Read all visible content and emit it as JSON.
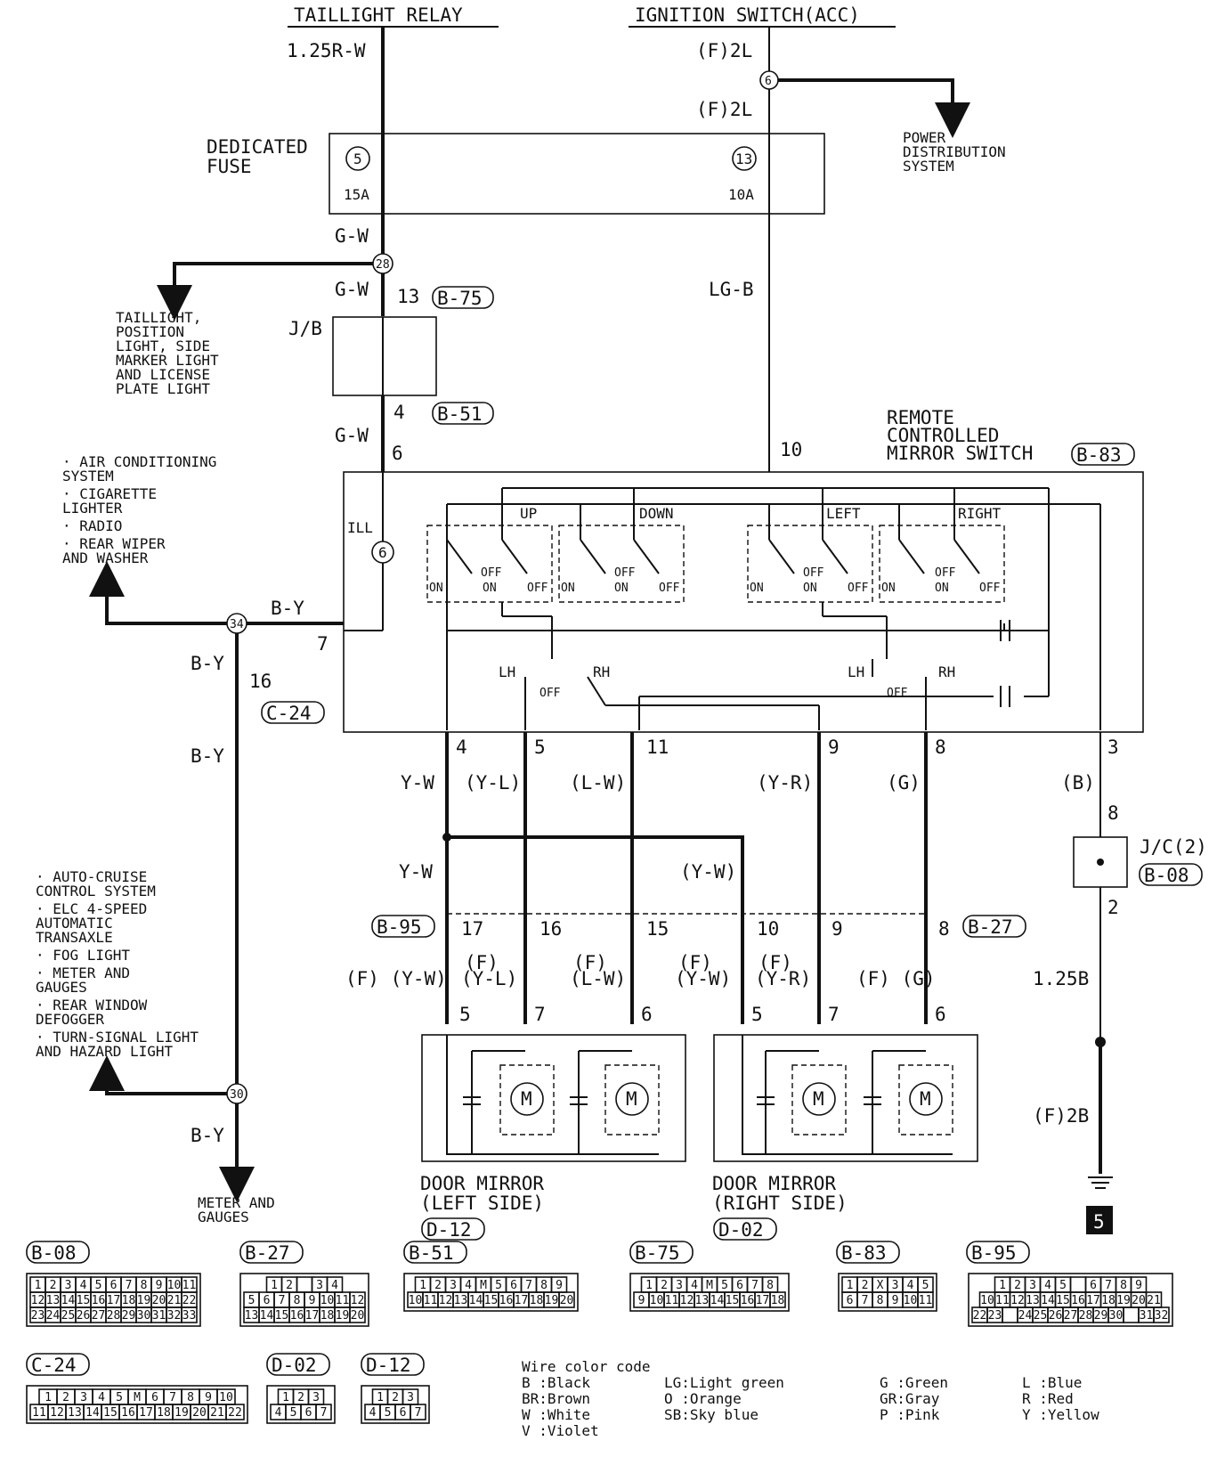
{
  "top": {
    "taillight_relay": "TAILLIGHT RELAY",
    "ignition_switch": "IGNITION SWITCH(ACC)"
  },
  "wires": {
    "w_125rw": "1.25R-W",
    "w_f2l_a": "(F)2L",
    "w_f2l_b": "(F)2L",
    "w_gw1": "G-W",
    "w_gw2": "G-W",
    "w_gw3": "G-W",
    "w_lgb": "LG-B",
    "w_by1": "B-Y",
    "w_by2": "B-Y",
    "w_by3": "B-Y",
    "w_by4": "B-Y",
    "w_yw1": "Y-W",
    "w_yl": "(Y-L)",
    "w_lw": "(L-W)",
    "w_yr": "(Y-R)",
    "w_g": "(G)",
    "w_b": "(B)",
    "w_yw2": "Y-W",
    "w_yw3": "(Y-W)",
    "w_fyw": "(F) (Y-W)",
    "w_fyl1": "(F)",
    "w_fyl2": "(Y-L)",
    "w_flw1": "(F)",
    "w_flw2": "(L-W)",
    "w_fyw2a": "(F)",
    "w_fyw2b": "(Y-W)",
    "w_fyr1": "(F)",
    "w_fyr2": "(Y-R)",
    "w_fg": "(F) (G)",
    "w_125b": "1.25B",
    "w_f2b": "(F)2B"
  },
  "fuse": {
    "label1": "DEDICATED",
    "label2": "FUSE",
    "left_no": "5",
    "left_amp": "15A",
    "right_no": "13",
    "right_amp": "10A"
  },
  "junctions": {
    "j6": "6",
    "j28": "28",
    "j34": "34",
    "j30": "30",
    "ill_6": "6"
  },
  "power_dist": [
    "POWER",
    "DISTRIBUTION",
    "SYSTEM"
  ],
  "taillight_note": [
    "TAILLIGHT,",
    "POSITION",
    "LIGHT, SIDE",
    "MARKER LIGHT",
    "AND LICENSE",
    "PLATE LIGHT"
  ],
  "jb": {
    "label": "J/B",
    "pin13": "13",
    "conn_top": "B-75",
    "pin4": "4",
    "conn_bot": "B-51"
  },
  "left_list_1": [
    "· AIR CONDITIONING",
    "  SYSTEM",
    "· CIGARETTE",
    "  LIGHTER",
    "· RADIO",
    "· REAR WIPER",
    "  AND WASHER"
  ],
  "left_list_2": [
    "· AUTO-CRUISE",
    "  CONTROL SYSTEM",
    "· ELC 4-SPEED",
    "  AUTOMATIC",
    "  TRANSAXLE",
    "· FOG LIGHT",
    "· METER AND",
    "  GAUGES",
    "· REAR WINDOW",
    "  DEFOGGER",
    "· TURN-SIGNAL LIGHT",
    "  AND HAZARD LIGHT"
  ],
  "meter": [
    "METER AND",
    "GAUGES"
  ],
  "switch": {
    "title1": "REMOTE",
    "title2": "CONTROLLED",
    "title3": "MIRROR SWITCH",
    "conn": "B-83",
    "ill": "ILL",
    "up": "UP",
    "down": "DOWN",
    "left": "LEFT",
    "right": "RIGHT",
    "on": "ON",
    "off": "OFF",
    "lh": "LH",
    "rh": "RH",
    "pin6": "6",
    "pin10": "10",
    "pin7": "7",
    "pins_bottom": [
      "4",
      "5",
      "11",
      "9",
      "8",
      "3"
    ]
  },
  "c24": {
    "conn": "C-24",
    "pin16": "16"
  },
  "jc": {
    "label": "J/C(2)",
    "conn": "B-08",
    "pin8": "8",
    "pin2": "2"
  },
  "row_conn": {
    "left": "B-95",
    "right": "B-27",
    "pins": [
      "17",
      "16",
      "15",
      "10",
      "9",
      "8"
    ]
  },
  "mirror_left": {
    "title1": "DOOR MIRROR",
    "title2": "(LEFT SIDE)",
    "conn": "D-12",
    "pins": [
      "5",
      "7",
      "6"
    ]
  },
  "mirror_right": {
    "title1": "DOOR MIRROR",
    "title2": "(RIGHT SIDE)",
    "conn": "D-02",
    "pins": [
      "5",
      "7",
      "6"
    ]
  },
  "motor_label": "M",
  "ground_no": "5",
  "connectors": [
    {
      "id": "B-08",
      "rows": [
        [
          "1",
          "2",
          "3",
          "4",
          "5",
          "6",
          "7",
          "8",
          "9",
          "10",
          "11"
        ],
        [
          "12",
          "13",
          "14",
          "15",
          "16",
          "17",
          "18",
          "19",
          "20",
          "21",
          "22"
        ],
        [
          "23",
          "24",
          "25",
          "26",
          "27",
          "28",
          "29",
          "30",
          "31",
          "32",
          "33"
        ]
      ]
    },
    {
      "id": "B-27",
      "rows": [
        [
          "1",
          "2",
          "",
          "3",
          "4"
        ],
        [
          "5",
          "6",
          "7",
          "8",
          "9",
          "10",
          "11",
          "12"
        ],
        [
          "13",
          "14",
          "15",
          "16",
          "17",
          "18",
          "19",
          "20"
        ]
      ]
    },
    {
      "id": "B-51",
      "rows": [
        [
          "1",
          "2",
          "3",
          "4",
          "M",
          "5",
          "6",
          "7",
          "8",
          "9"
        ],
        [
          "10",
          "11",
          "12",
          "13",
          "14",
          "15",
          "16",
          "17",
          "18",
          "19",
          "20"
        ]
      ]
    },
    {
      "id": "B-75",
      "rows": [
        [
          "1",
          "2",
          "3",
          "4",
          "M",
          "5",
          "6",
          "7",
          "8"
        ],
        [
          "9",
          "10",
          "11",
          "12",
          "13",
          "14",
          "15",
          "16",
          "17",
          "18"
        ]
      ]
    },
    {
      "id": "B-83",
      "rows": [
        [
          "1",
          "2",
          "X",
          "3",
          "4",
          "5"
        ],
        [
          "6",
          "7",
          "8",
          "9",
          "10",
          "11"
        ]
      ]
    },
    {
      "id": "B-95",
      "rows": [
        [
          "1",
          "2",
          "3",
          "4",
          "5",
          "",
          "6",
          "7",
          "8",
          "9"
        ],
        [
          "10",
          "11",
          "12",
          "13",
          "14",
          "15",
          "16",
          "17",
          "18",
          "19",
          "20",
          "21"
        ],
        [
          "22",
          "23",
          "",
          "24",
          "25",
          "26",
          "27",
          "28",
          "29",
          "30",
          "",
          "31",
          "32"
        ]
      ]
    },
    {
      "id": "C-24",
      "rows": [
        [
          "1",
          "2",
          "3",
          "4",
          "5",
          "M",
          "6",
          "7",
          "8",
          "9",
          "10"
        ],
        [
          "11",
          "12",
          "13",
          "14",
          "15",
          "16",
          "17",
          "18",
          "19",
          "20",
          "21",
          "22"
        ]
      ]
    },
    {
      "id": "D-02",
      "rows": [
        [
          "1",
          "2",
          "3"
        ],
        [
          "4",
          "5",
          "6",
          "7"
        ]
      ]
    },
    {
      "id": "D-12",
      "rows": [
        [
          "1",
          "2",
          "3"
        ],
        [
          "4",
          "5",
          "6",
          "7"
        ]
      ]
    }
  ],
  "legend": {
    "title": "Wire color code",
    "col1": [
      "B :Black",
      "BR:Brown",
      "W :White",
      "V :Violet"
    ],
    "col2": [
      "LG:Light green",
      "O :Orange",
      "SB:Sky blue"
    ],
    "col3": [
      "G :Green",
      "GR:Gray",
      "P :Pink"
    ],
    "col4": [
      "L :Blue",
      "R :Red",
      "Y :Yellow"
    ]
  }
}
